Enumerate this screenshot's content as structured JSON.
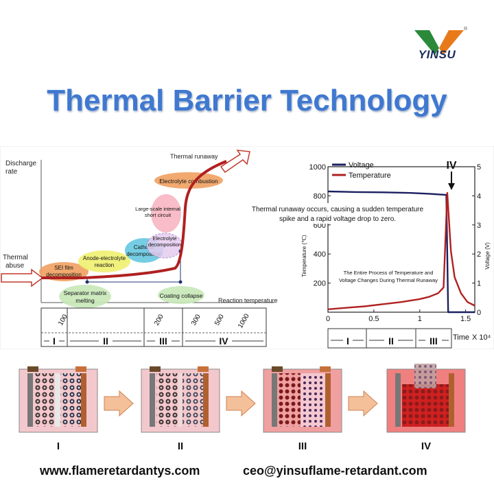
{
  "brand": {
    "name": "YINSU",
    "reg_mark": "®"
  },
  "title": "Thermal Barrier Technology",
  "left_diagram": {
    "y_axis_label": [
      "Discharge",
      "rate"
    ],
    "input_label": [
      "Thermal",
      "abuse"
    ],
    "x_axis_label": "Reaction temperature",
    "top_label": "Thermal runaway",
    "ellipses": {
      "sei": [
        "SEI film",
        "decomposition"
      ],
      "anode": [
        "Anode-electrolyte",
        "reaction"
      ],
      "cathode": [
        "Cathode",
        "decomposition"
      ],
      "electrolyte_decomp": [
        "Electrolyte",
        "decomposition"
      ],
      "short_circuit": [
        "Large-scale internal",
        "short circuit"
      ],
      "combustion": "Electrolyte combustion",
      "separator": [
        "Separator matrix",
        "melting"
      ],
      "coating": "Coating collapse"
    },
    "temps": [
      "100",
      "200",
      "300",
      "500",
      "1000"
    ],
    "stages": [
      "I",
      "II",
      "III",
      "IV"
    ]
  },
  "right_chart_text": {
    "legend": {
      "voltage": "Voltage",
      "temperature": "Temperature"
    },
    "stage_marker": "IV",
    "annotation": [
      "Thermal runaway occurs, causing a sudden temperature",
      "spike and a rapid voltage drop to zero."
    ],
    "caption": [
      "The Entire Process of Temperature and",
      "Voltage Changes During Thermal Runaway"
    ],
    "time_label": "Time",
    "time_unit": "X 10⁴",
    "stages": [
      "I",
      "II",
      "III"
    ]
  },
  "chart_data": {
    "type": "line",
    "xlim": [
      0,
      1.6
    ],
    "x_ticks": [
      "0",
      "0.5",
      "1",
      "1.5"
    ],
    "ylabel_left": "Temperature (℃)",
    "ylim_left": [
      0,
      1000
    ],
    "y_ticks_left": [
      "200",
      "400",
      "600",
      "800",
      "1000"
    ],
    "ylabel_right": "Voltage (V)",
    "ylim_right": [
      0,
      5
    ],
    "y_ticks_right": [
      "0",
      "1",
      "2",
      "3",
      "4",
      "5"
    ],
    "series": [
      {
        "name": "Voltage",
        "axis": "right",
        "color": "#1a2060",
        "points": [
          [
            0,
            4.15
          ],
          [
            0.3,
            4.13
          ],
          [
            0.6,
            4.12
          ],
          [
            0.9,
            4.1
          ],
          [
            1.1,
            4.07
          ],
          [
            1.2,
            4.05
          ],
          [
            1.29,
            4.03
          ],
          [
            1.3,
            2.0
          ],
          [
            1.31,
            0.0
          ],
          [
            1.6,
            0.0
          ]
        ]
      },
      {
        "name": "Temperature",
        "axis": "left",
        "color": "#b02020",
        "points": [
          [
            0,
            20
          ],
          [
            0.2,
            30
          ],
          [
            0.4,
            40
          ],
          [
            0.6,
            55
          ],
          [
            0.8,
            70
          ],
          [
            1.0,
            90
          ],
          [
            1.1,
            105
          ],
          [
            1.2,
            130
          ],
          [
            1.26,
            170
          ],
          [
            1.3,
            820
          ],
          [
            1.34,
            420
          ],
          [
            1.38,
            240
          ],
          [
            1.45,
            130
          ],
          [
            1.52,
            70
          ],
          [
            1.6,
            45
          ]
        ]
      }
    ]
  },
  "bottom_labels": [
    "I",
    "II",
    "III",
    "IV"
  ],
  "footer": {
    "website": "www.flameretardantys.com",
    "email": "ceo@yinsuflame-retardant.com"
  },
  "colors": {
    "title": "#3f78d0",
    "arrow": "#f0a060",
    "curve": "#b02020",
    "voltage": "#1a2060"
  }
}
